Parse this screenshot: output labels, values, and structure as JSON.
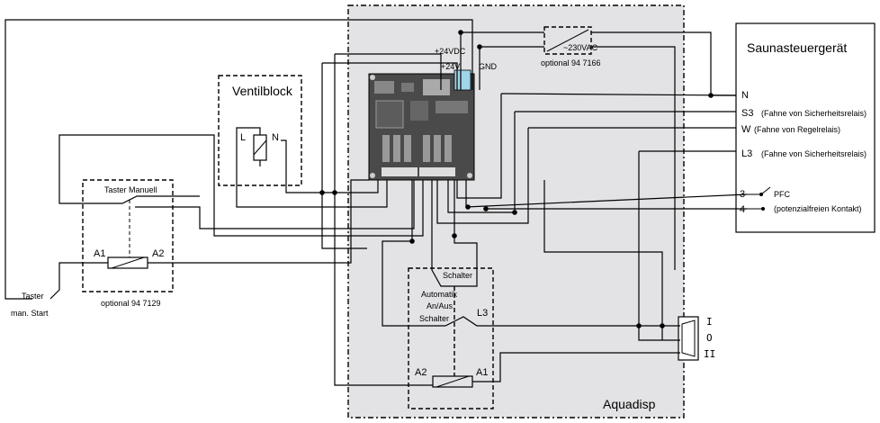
{
  "aquadisp": {
    "title": "Aquadisp",
    "pcb": {
      "top_right": "+24VDC",
      "mid": "+24V",
      "gnd": "GND"
    }
  },
  "optional_psu": {
    "text": "~230VAC",
    "label": "optional 94 7166"
  },
  "ventilblock": {
    "title": "Ventilblock",
    "L": "L",
    "N": "N"
  },
  "taster_manuell": {
    "title": "Taster Manuell",
    "a1": "A1",
    "a2": "A2",
    "label": "optional 94 7129"
  },
  "taster_start": {
    "line1": "Taster",
    "line2": "man. Start"
  },
  "schalter_box": {
    "schalter_top": "Schalter",
    "automatik1": "Automatik",
    "automatik2": "An/Aus",
    "schalter_mid": "Schalter",
    "l3": "L3",
    "a2": "A2",
    "a1": "A1"
  },
  "switch_ioii": {
    "I": "I",
    "O": "O",
    "II": "II"
  },
  "saunasteuergeraet": {
    "title": "Saunasteuergerät",
    "terminals": [
      {
        "key": "N",
        "desc": ""
      },
      {
        "key": "S3",
        "desc": "(Fahne von Sicherheitsrelais)"
      },
      {
        "key": "W",
        "desc": "(Fahne von Regelrelais)"
      },
      {
        "key": "L3",
        "desc": "(Fahne von Sicherheitsrelais)"
      }
    ],
    "pfc": {
      "t3": "3",
      "t4": "4",
      "label": "PFC",
      "desc": "(potenzialfreien Kontakt)"
    }
  }
}
